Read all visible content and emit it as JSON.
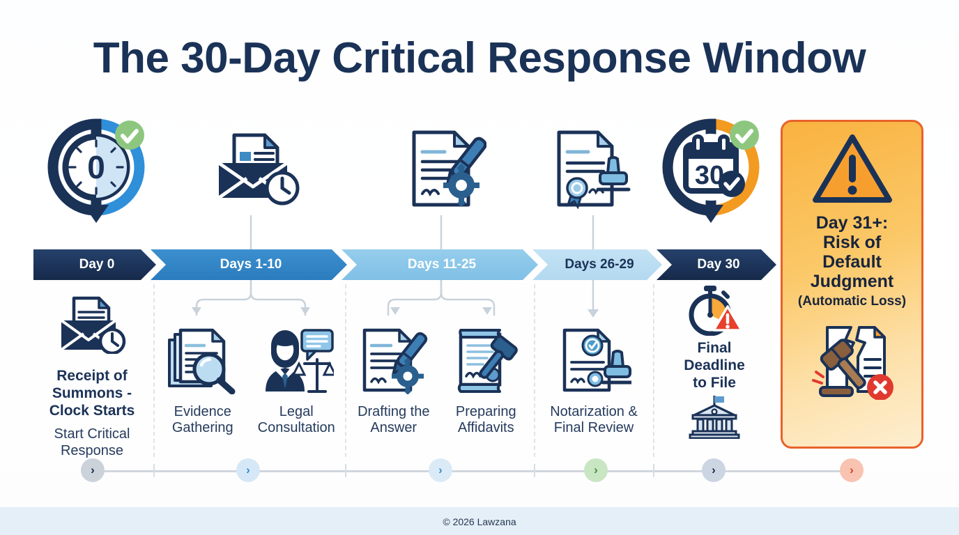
{
  "title": "The 30-Day Critical Response Window",
  "footer": "© 2026 Lawzana",
  "colors": {
    "navy": "#1b3257",
    "blue_mid": "#2a7cbd",
    "blue_light": "#7fc0e6",
    "blue_pale": "#b3d9f0",
    "orange": "#f39a21",
    "red": "#e03a2f",
    "green": "#8dc77f",
    "card_border": "#e8622a",
    "footer_bg": "#e5eff8"
  },
  "band": {
    "segments": [
      {
        "label": "Day 0",
        "style": "dark"
      },
      {
        "label": "Days 1-10",
        "style": "blue1"
      },
      {
        "label": "Days 11-25",
        "style": "blue2"
      },
      {
        "label": "Days 26-29",
        "style": "blue3"
      },
      {
        "label": "Day 30",
        "style": "dark"
      }
    ]
  },
  "markers": [
    {
      "name": "day-0-clock-marker",
      "value": "0",
      "ring": "navy-blue",
      "badge": "check"
    },
    {
      "name": "summons-envelope-clock-icon",
      "value": "",
      "ring": "",
      "badge": ""
    },
    {
      "name": "document-pen-gear-icon",
      "value": "",
      "ring": "",
      "badge": ""
    },
    {
      "name": "certificate-stamp-icon",
      "value": "",
      "ring": "",
      "badge": ""
    },
    {
      "name": "day-30-calendar-marker",
      "value": "30",
      "ring": "navy-orange",
      "badge": "check"
    }
  ],
  "columns": [
    {
      "id": "day-0",
      "items": [
        {
          "icon": "envelope-document-clock-icon",
          "head": "Receipt of\nSummons -\nClock Starts",
          "sub": "Start Critical\nResponse"
        }
      ]
    },
    {
      "id": "days-1-10",
      "items": [
        {
          "icon": "documents-magnifier-icon",
          "head": "",
          "sub": "Evidence\nGathering"
        },
        {
          "icon": "lawyer-scales-chat-icon",
          "head": "",
          "sub": "Legal\nConsultation"
        }
      ]
    },
    {
      "id": "days-11-25",
      "items": [
        {
          "icon": "document-pen-gear-icon",
          "head": "",
          "sub": "Drafting the\nAnswer"
        },
        {
          "icon": "scroll-gavel-seal-icon",
          "head": "",
          "sub": "Preparing\nAffidavits"
        }
      ]
    },
    {
      "id": "days-26-29",
      "items": [
        {
          "icon": "notarized-document-stamp-icon",
          "head": "",
          "sub": "Notarization &\nFinal Review"
        }
      ]
    },
    {
      "id": "day-30",
      "items": [
        {
          "icon": "stopwatch-warning-icon",
          "head": "Final\nDeadline\nto File",
          "sub": "",
          "extra_icon": "courthouse-icon"
        }
      ]
    }
  ],
  "warning_card": {
    "icon": "warning-triangle-icon",
    "heading": "Day 31+:\nRisk of\nDefault\nJudgment",
    "subheading": "(Automatic Loss)",
    "bottom_icon": "broken-document-gavel-x-icon"
  },
  "dots": [
    {
      "name": "dot-day-0",
      "fill": "#ccd2da",
      "glyph": "›",
      "glyph_color": "#16294a"
    },
    {
      "name": "dot-days-1-10",
      "fill": "#d6e8f7",
      "glyph": "›",
      "glyph_color": "#2a8fd0"
    },
    {
      "name": "dot-days-11-25",
      "fill": "#dbeaf7",
      "glyph": "›",
      "glyph_color": "#3c8fc4"
    },
    {
      "name": "dot-days-26-29",
      "fill": "#c8e6c2",
      "glyph": "›",
      "glyph_color": "#3f8a43"
    },
    {
      "name": "dot-day-30",
      "fill": "#ccd5e2",
      "glyph": "›",
      "glyph_color": "#16294a"
    },
    {
      "name": "dot-day-31",
      "fill": "#f8c3b0",
      "glyph": "›",
      "glyph_color": "#d6401f"
    }
  ]
}
